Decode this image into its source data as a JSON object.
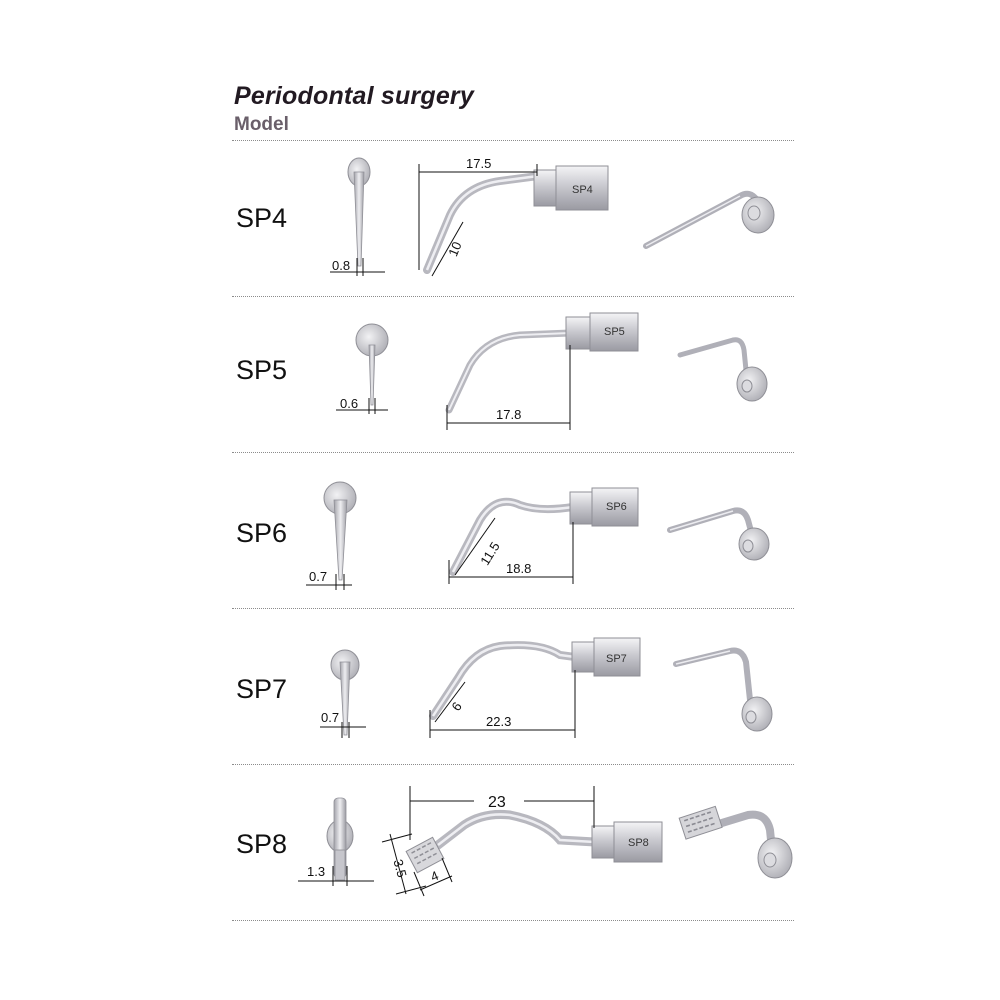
{
  "header": {
    "title": "Periodontal surgery",
    "subtitle": "Model"
  },
  "rows": [
    {
      "model": "SP4",
      "tip_width": "0.8",
      "dims": [
        "17.5",
        "10"
      ],
      "handle_label": "SP4"
    },
    {
      "model": "SP5",
      "tip_width": "0.6",
      "dims": [
        "17.8"
      ],
      "handle_label": "SP5"
    },
    {
      "model": "SP6",
      "tip_width": "0.7",
      "dims": [
        "11.5",
        "18.8"
      ],
      "handle_label": "SP6"
    },
    {
      "model": "SP7",
      "tip_width": "0.7",
      "dims": [
        "6",
        "22.3"
      ],
      "handle_label": "SP7"
    },
    {
      "model": "SP8",
      "tip_width": "1.3",
      "dims": [
        "23",
        "3.5",
        "4"
      ],
      "handle_label": "SP8"
    }
  ]
}
